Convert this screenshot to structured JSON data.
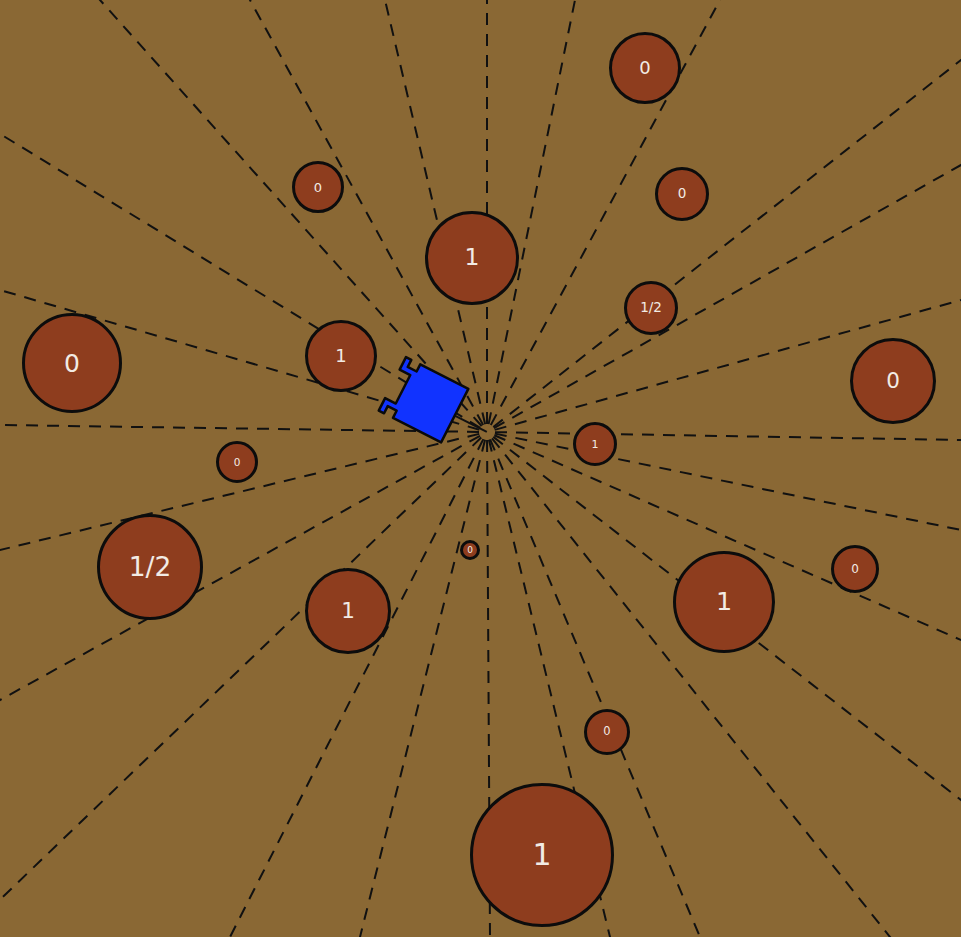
{
  "diagram": {
    "nodes": [
      {
        "text": [
          "0"
        ]
      },
      {
        "text": [
          "0"
        ]
      },
      {
        "text": [
          "0"
        ]
      },
      {
        "text": [
          "1"
        ]
      },
      {
        "text": [
          "1/2"
        ]
      },
      {
        "text": [
          "1"
        ]
      },
      {
        "text": [
          "0"
        ]
      },
      {
        "text": [
          "0"
        ]
      },
      {
        "text": [
          "1"
        ]
      },
      {
        "text": [
          "0"
        ]
      },
      {
        "text": [
          "0"
        ]
      },
      {
        "text": [
          "1/2"
        ]
      },
      {
        "text": [
          "0"
        ]
      },
      {
        "text": [
          "1"
        ]
      },
      {
        "text": [
          "1"
        ]
      },
      {
        "text": [
          "0"
        ]
      },
      {
        "text": [
          "1"
        ]
      }
    ]
  }
}
